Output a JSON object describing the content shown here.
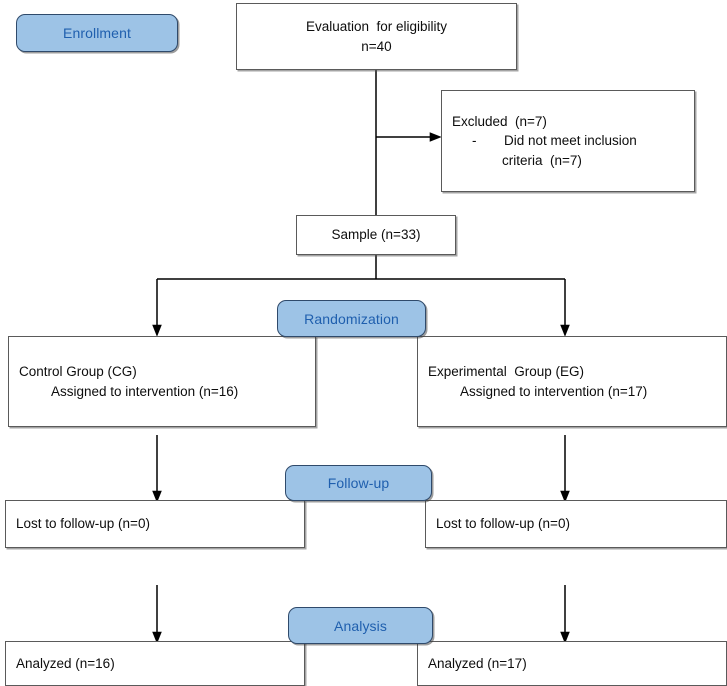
{
  "diagram": {
    "title": "CONSORT participant flow diagram",
    "colors": {
      "badge_fill": "#9DC3E6",
      "badge_border": "#2F4A6B",
      "badge_text": "#1F5FAE",
      "box_border": "#5A5A5A",
      "box_fill": "#FFFFFF",
      "text": "#0D0D0D",
      "connector": "#000000"
    }
  },
  "stages": {
    "enrollment": "Enrollment",
    "randomization": "Randomization",
    "followup": "Follow-up",
    "analysis": "Analysis"
  },
  "nodes": {
    "evaluation": {
      "line1": "Evaluation  for eligibility",
      "line2": "n=40"
    },
    "excluded": {
      "line1": "Excluded  (n=7)",
      "dash": "-",
      "line2": "Did  not meet inclusion",
      "line3": "criteria  (n=7)"
    },
    "sample": {
      "line1": "Sample (n=33)"
    },
    "control_group": {
      "line1": "Control Group (CG)",
      "line2": "Assigned to intervention (n=16)"
    },
    "experimental_group": {
      "line1": "Experimental  Group (EG)",
      "line2": "Assigned to intervention (n=17)"
    },
    "lost_left": {
      "line1": "Lost to follow-up (n=0)"
    },
    "lost_right": {
      "line1": "Lost to follow-up (n=0)"
    },
    "analyzed_left": {
      "line1": "Analyzed (n=16)"
    },
    "analyzed_right": {
      "line1": "Analyzed (n=17)"
    }
  }
}
